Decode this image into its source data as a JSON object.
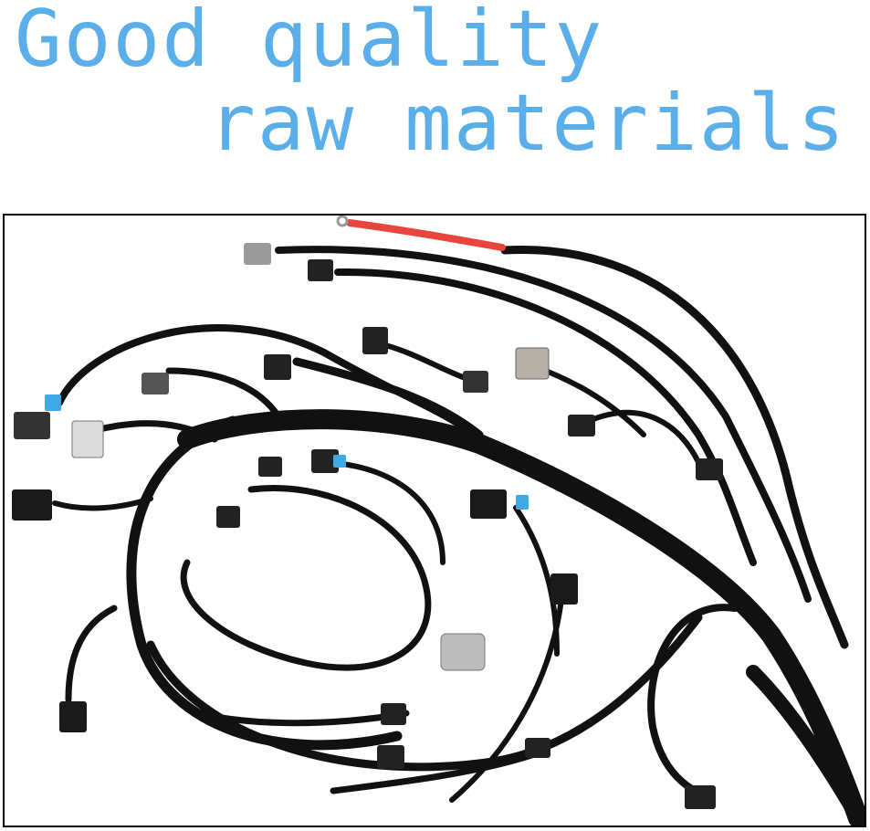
{
  "headline": {
    "line1": "Good quality",
    "line2": "raw materials"
  },
  "colors": {
    "headline": "#5aaeea",
    "harness": "#111111",
    "red_wire": "#e8453c",
    "connector_gray": "#9a9a9a",
    "frame": "#000000"
  },
  "photo": {
    "subject": "wiring-harness"
  }
}
